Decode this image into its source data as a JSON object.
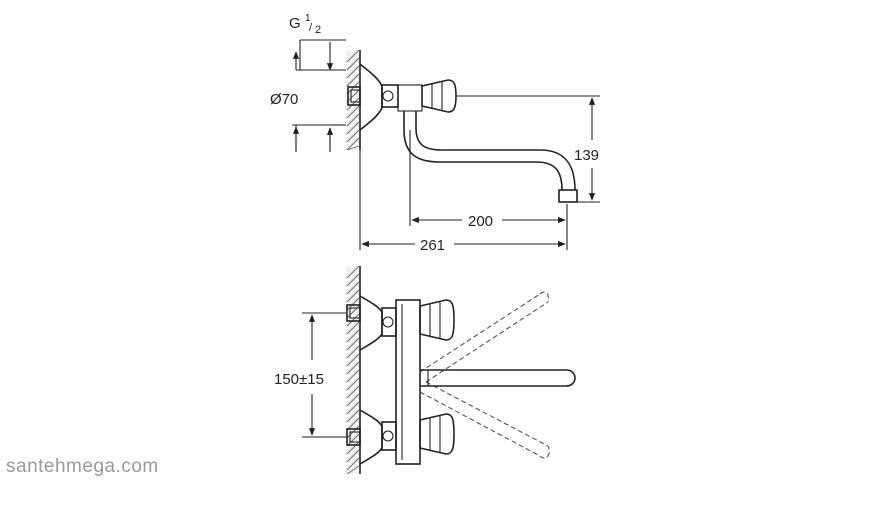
{
  "diagram": {
    "thread_label": "G",
    "thread_numerator": "1",
    "thread_denominator": "2",
    "diameter_label": "Ø70",
    "height_label": "139",
    "reach_inner_label": "200",
    "reach_outer_label": "261",
    "spacing_label": "150±15"
  },
  "watermark": "santehmega.com"
}
